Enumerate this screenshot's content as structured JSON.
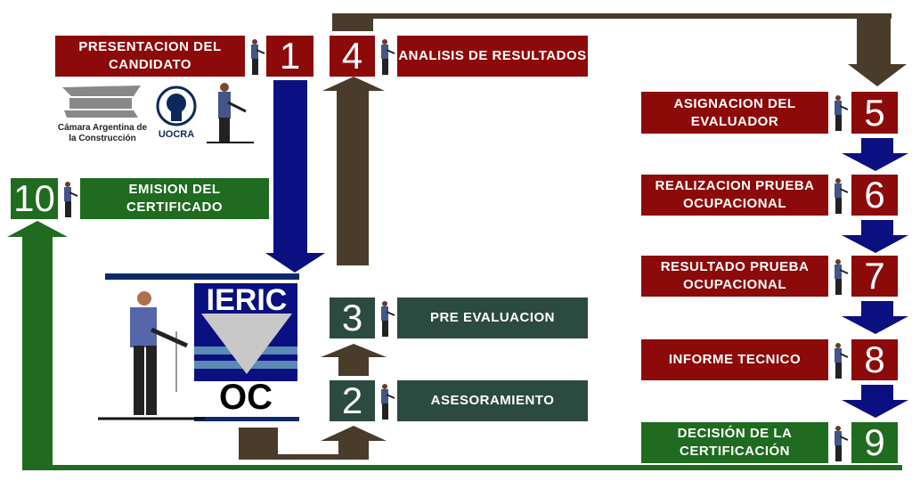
{
  "steps": [
    {
      "n": "1",
      "label": "PRESENTACION DEL CANDIDATO"
    },
    {
      "n": "2",
      "label": "ASESORAMIENTO"
    },
    {
      "n": "3",
      "label": "PRE EVALUACION"
    },
    {
      "n": "4",
      "label": "ANALISIS DE RESULTADOS"
    },
    {
      "n": "5",
      "label": "ASIGNACION DEL EVALUADOR"
    },
    {
      "n": "6",
      "label": "REALIZACION PRUEBA OCUPACIONAL"
    },
    {
      "n": "7",
      "label": "RESULTADO PRUEBA OCUPACIONAL"
    },
    {
      "n": "8",
      "label": "INFORME TECNICO"
    },
    {
      "n": "9",
      "label": "DECISIÓN DE LA CERTIFICACIÓN"
    },
    {
      "n": "10",
      "label": "EMISION DEL CERTIFICADO"
    }
  ],
  "logos": {
    "camara": "Cámara Argentina de la Construcción",
    "uocra": "UOCRA",
    "ieric": "IERIC",
    "oc": "OC"
  },
  "colors": {
    "red": "#8c0a0a",
    "green": "#1f6b1f",
    "teal": "#2b4a40",
    "navy": "#0b1080",
    "brown": "#4a3c2a"
  }
}
